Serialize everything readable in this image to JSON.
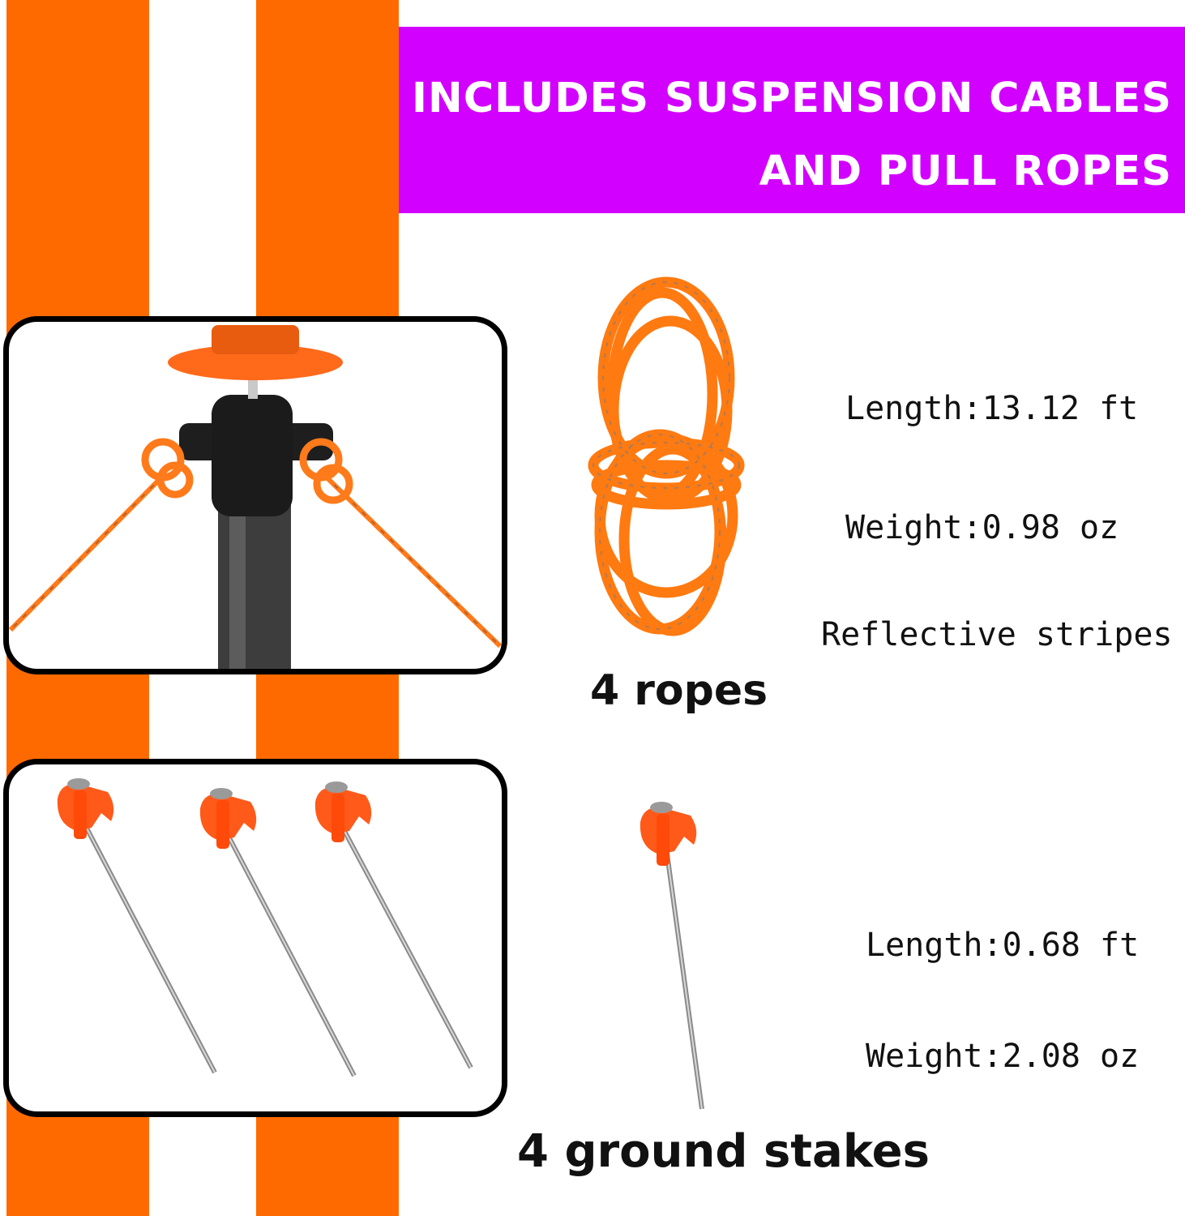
{
  "banner": {
    "line1": "INCLUDES SUSPENSION CABLES",
    "line2": "AND PULL ROPES",
    "background_color": "#d200ff"
  },
  "stripe_color": "#ff6a00",
  "rope": {
    "count_label": "4 ropes",
    "specs": [
      "Length:13.12 ft",
      "Weight:0.98 oz",
      "Reflective stripes"
    ],
    "color": "#ff7a10"
  },
  "stake": {
    "count_label": "4 ground stakes",
    "specs": [
      "Length:0.68 ft",
      "Weight:2.08 oz"
    ],
    "head_color": "#ff5a1a"
  }
}
